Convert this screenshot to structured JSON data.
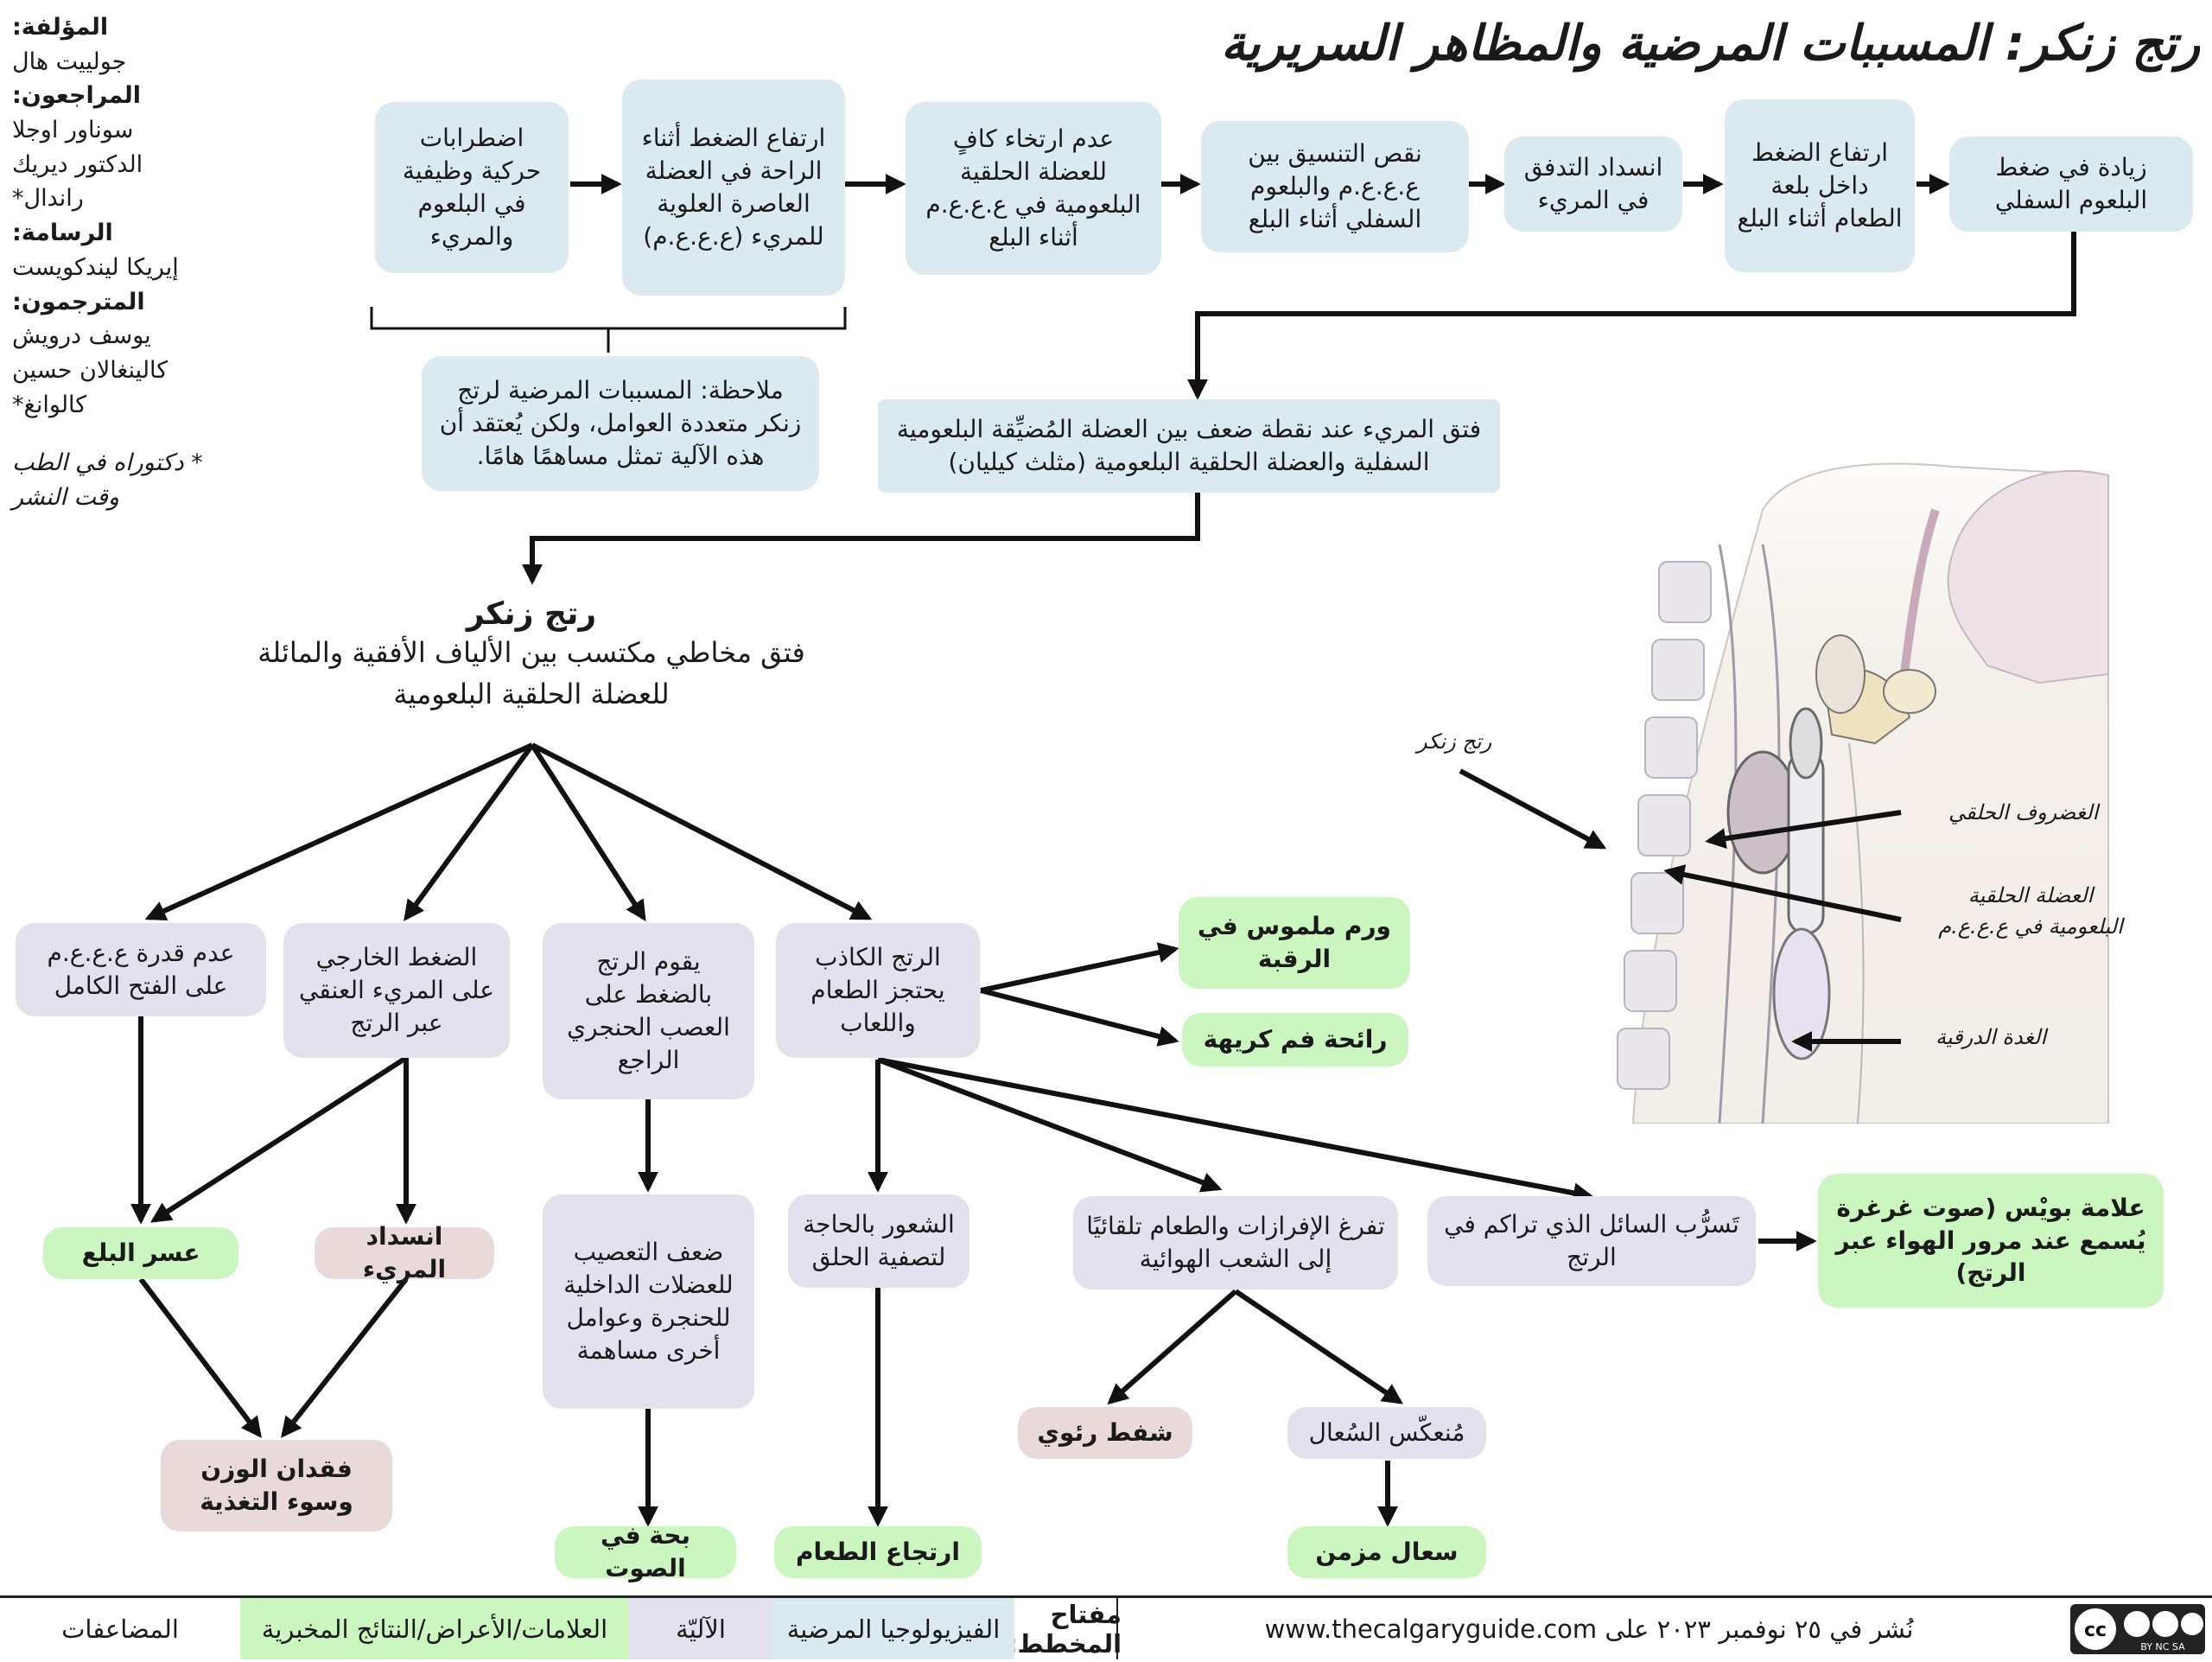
{
  "title": "رتج زنكر: المسببات المرضية والمظاهر السريرية",
  "credits": {
    "author_label": "المؤلفة:",
    "author": "جولييت هال",
    "reviewers_label": "المراجعون:",
    "reviewers": [
      "سوناور اوجلا",
      "الدكتور ديريك",
      "راندال*"
    ],
    "illustration_label": "الرسامة:",
    "illustrator": "إيريكا ليندكويست",
    "translators_label": "المترجمون:",
    "translators": [
      "يوسف درويش",
      "كالينغالان حسين",
      "كالوانغ*"
    ],
    "note": [
      "* دكتوراه في الطب",
      "وقت النشر"
    ]
  },
  "top_row": [
    "زيادة في ضغط البلعوم السفلي",
    "ارتفاع الضغط داخل بلعة الطعام أثناء البلع",
    "انسداد التدفق في المريء",
    "نقص التنسيق بين ع.ع.ع.م والبلعوم السفلي أثناء البلع",
    "عدم ارتخاء كافٍ للعضلة الحلقية البلعومية في ع.ع.ع.م أثناء البلع",
    "ارتفاع الضغط أثناء الراحة في العضلة العاصرة العلوية للمريء (ع.ع.ع.م)",
    "اضطرابات حركية وظيفية في البلعوم والمريء"
  ],
  "note_box": "ملاحظة: المسببات المرضية لرتج زنكر متعددة العوامل، ولكن يُعتقد أن هذه الآلية تمثل مساهمًا هامًا.",
  "herniation_box": "فتق المريء عند نقطة ضعف بين العضلة المُضيِّقة البلعومية السفلية والعضلة الحلقية البلعومية (مثلث كيليان)",
  "zenker": {
    "heading": "رتج زنكر",
    "desc_line1": "فتق مخاطي مكتسب بين الألياف الأفقية والمائلة",
    "desc_line2": "للعضلة الحلقية البلعومية"
  },
  "mechanisms": {
    "ues_fail": "عدم قدرة ع.ع.ع.م على الفتح الكامل",
    "external_pressure": "الضغط الخارجي على المريء العنقي عبر الرتج",
    "nerve_pressure": "يقوم الرتج بالضغط على العصب الحنجري الراجع",
    "false_div": "الرتج الكاذب يحتجز الطعام واللعاب",
    "denervation": "ضعف التعصيب للعضلات الداخلية للحنجرة وعوامل أخرى مساهمة",
    "throat_clear": "الشعور بالحاجة لتصفية الحلق",
    "secretions": "تفرغ الإفرازات والطعام تلقائيًا إلى الشعب الهوائية",
    "fluid_leak": "تَسرُّب السائل الذي تراكم في الرتج",
    "cough_reflex": "مُنعكّس السُعال"
  },
  "signs": {
    "neck_mass": "ورم ملموس في الرقبة",
    "halitosis": "رائحة فم كريهة",
    "dysphagia": "عسر البلع",
    "hoarseness": "بحة في الصوت",
    "regurgitation": "ارتجاع الطعام",
    "chronic_cough": "سعال مزمن",
    "boyce": "علامة بويْس (صوت غرغرة يُسمع عند مرور الهواء عبر الرتج)"
  },
  "complications": {
    "obstruction": "انسداد المريء",
    "weight_loss": "فقدان الوزن وسوء التغذية",
    "aspiration": "شفط رئوي"
  },
  "anatomy_labels": {
    "zenker": "رتج زنكر",
    "cricoid": "الغضروف الحلقي",
    "muscle_line1": "العضلة الحلقية",
    "muscle_line2": "البلعومية في ع.ع.ع.م",
    "thyroid": "الغدة الدرقية"
  },
  "footer": {
    "license": "cc BY NC SA",
    "published": "نُشر في ٢٥ نوفمبر ٢٠٢٣ على www.thecalgaryguide.com",
    "key_label": "مفتاح المخطط:",
    "key_patho": "الفيزيولوجيا المرضية",
    "key_mech": "الآليّة",
    "key_signs": "العلامات/الأعراض/النتائج المخبرية",
    "key_comp": "المضاعفات"
  },
  "colors": {
    "pathophysiology": "#dbe9f0",
    "mechanism": "#e3e1ee",
    "signs": "#ccf6c0",
    "complications": "#ead9d9"
  }
}
